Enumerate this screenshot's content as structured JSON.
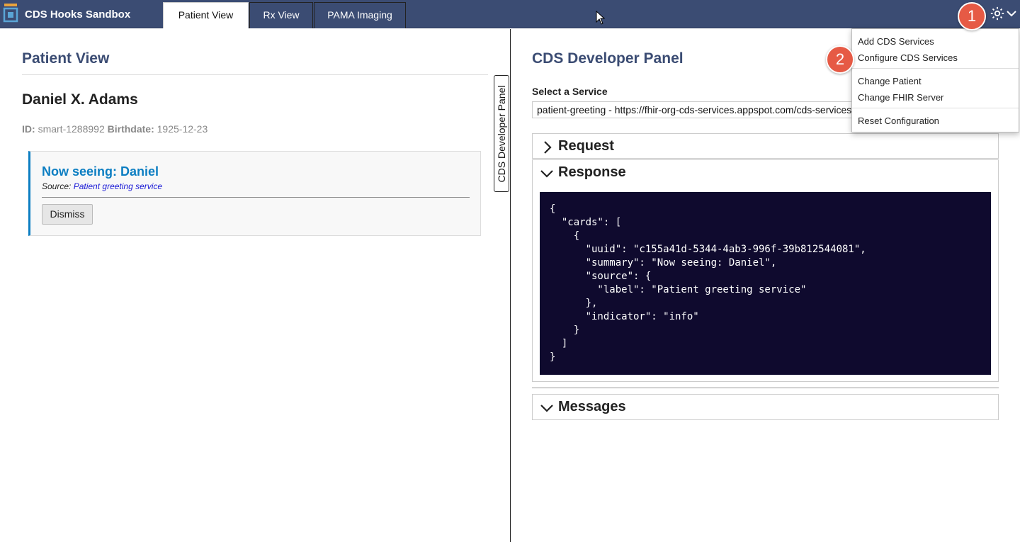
{
  "app": {
    "brand": "CDS Hooks Sandbox",
    "tabs": [
      {
        "label": "Patient View",
        "active": true
      },
      {
        "label": "Rx View",
        "active": false
      },
      {
        "label": "PAMA Imaging",
        "active": false
      }
    ]
  },
  "annotations": [
    "1",
    "2"
  ],
  "patient_view": {
    "title": "Patient View",
    "patient_name": "Daniel X. Adams",
    "id_label": "ID:",
    "id_value": "smart-1288992",
    "birthdate_label": "Birthdate:",
    "birthdate_value": "1925-12-23",
    "card": {
      "summary": "Now seeing: Daniel",
      "source_label": "Source:",
      "source_link": "Patient greeting service",
      "dismiss_label": "Dismiss"
    },
    "dev_toggle_label": "CDS Developer Panel"
  },
  "dev_panel": {
    "title": "CDS Developer Panel",
    "select_label": "Select a Service",
    "select_value": "patient-greeting - https://fhir-org-cds-services.appspot.com/cds-services",
    "request_label": "Request",
    "response_label": "Response",
    "messages_label": "Messages",
    "response_json": "{\n  \"cards\": [\n    {\n      \"uuid\": \"c155a41d-5344-4ab3-996f-39b812544081\",\n      \"summary\": \"Now seeing: Daniel\",\n      \"source\": {\n        \"label\": \"Patient greeting service\"\n      },\n      \"indicator\": \"info\"\n    }\n  ]\n}"
  },
  "settings_menu": {
    "items": [
      "Add CDS Services",
      "Configure CDS Services",
      "Change Patient",
      "Change FHIR Server",
      "Reset Configuration"
    ]
  },
  "colors": {
    "nav": "#3b4c73",
    "accent": "#0c7ec2",
    "code_bg": "#0f0a2e",
    "annotation": "#e65a45"
  }
}
